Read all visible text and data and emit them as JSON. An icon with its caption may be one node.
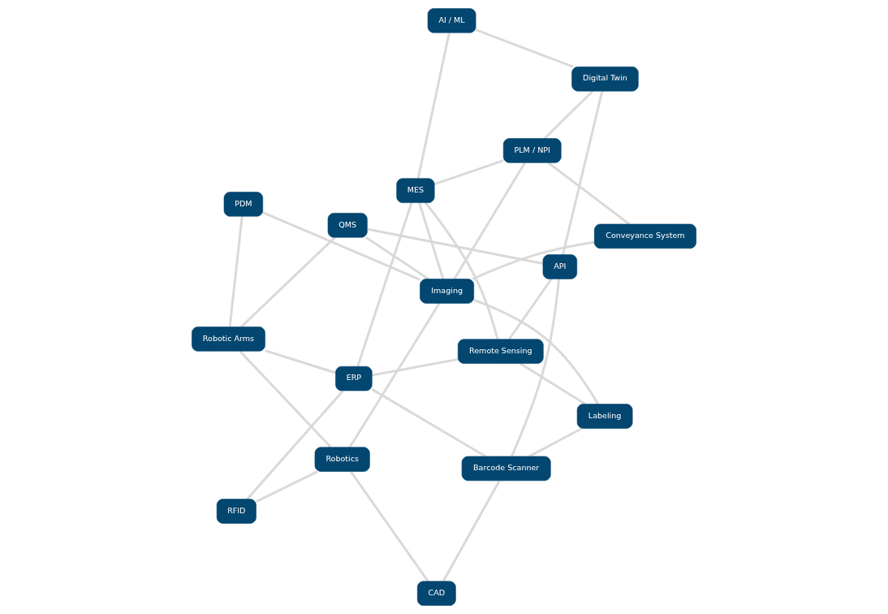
{
  "diagram": {
    "nodes": [
      {
        "text": [
          "PDM"
        ]
      },
      {
        "text": [
          "Conveyance System"
        ]
      },
      {
        "text": [
          "PLM / NPI"
        ]
      },
      {
        "text": [
          "Imaging"
        ]
      },
      {
        "text": [
          "AI / ML"
        ]
      },
      {
        "text": [
          "Robotic Arms"
        ]
      },
      {
        "text": [
          "MES"
        ]
      },
      {
        "text": [
          "QMS"
        ]
      },
      {
        "text": [
          "Robotics"
        ]
      },
      {
        "text": [
          "Remote Sensing"
        ]
      },
      {
        "text": [
          "Digital Twin"
        ]
      },
      {
        "text": [
          "CAD"
        ]
      },
      {
        "text": [
          "ERP"
        ]
      },
      {
        "text": [
          "Labeling"
        ]
      },
      {
        "text": [
          "API"
        ]
      },
      {
        "text": [
          "RFID"
        ]
      },
      {
        "text": [
          "Barcode Scanner"
        ]
      }
    ],
    "edges": [
      {
        "from": 1,
        "to": 2,
        "arrow": "none"
      },
      {
        "from": 0,
        "to": 3,
        "arrow": "none"
      },
      {
        "from": 0,
        "to": 5,
        "arrow": "none"
      },
      {
        "from": 1,
        "to": 3,
        "arrow": "none"
      },
      {
        "from": 2,
        "to": 3,
        "arrow": "none"
      },
      {
        "from": 2,
        "to": 6,
        "arrow": "none"
      },
      {
        "from": 2,
        "to": 10,
        "arrow": "none"
      },
      {
        "from": 3,
        "to": 6,
        "arrow": "none"
      },
      {
        "from": 6,
        "to": 4,
        "arrow": "none"
      },
      {
        "from": 4,
        "to": 10,
        "arrow": "none"
      },
      {
        "from": 3,
        "to": 7,
        "arrow": "none"
      },
      {
        "from": 3,
        "to": 8,
        "arrow": "none"
      },
      {
        "from": 3,
        "to": 13,
        "arrow": "none"
      },
      {
        "from": 5,
        "to": 7,
        "arrow": "none"
      },
      {
        "from": 5,
        "to": 8,
        "arrow": "none"
      },
      {
        "from": 5,
        "to": 12,
        "arrow": "none"
      },
      {
        "from": 6,
        "to": 9,
        "arrow": "none"
      },
      {
        "from": 6,
        "to": 12,
        "arrow": "none"
      },
      {
        "from": 7,
        "to": 14,
        "arrow": "none"
      },
      {
        "from": 8,
        "to": 11,
        "arrow": "none"
      },
      {
        "from": 8,
        "to": 15,
        "arrow": "none"
      },
      {
        "from": 9,
        "to": 12,
        "arrow": "none"
      },
      {
        "from": 9,
        "to": 13,
        "arrow": "none"
      },
      {
        "from": 9,
        "to": 14,
        "arrow": "none"
      },
      {
        "from": 10,
        "to": 14,
        "arrow": "none"
      },
      {
        "from": 11,
        "to": 16,
        "arrow": "none"
      },
      {
        "from": 12,
        "to": 15,
        "arrow": "none"
      },
      {
        "from": 12,
        "to": 16,
        "arrow": "none"
      },
      {
        "from": 13,
        "to": 16,
        "arrow": "none"
      },
      {
        "from": 14,
        "to": 16,
        "arrow": "none"
      }
    ]
  }
}
